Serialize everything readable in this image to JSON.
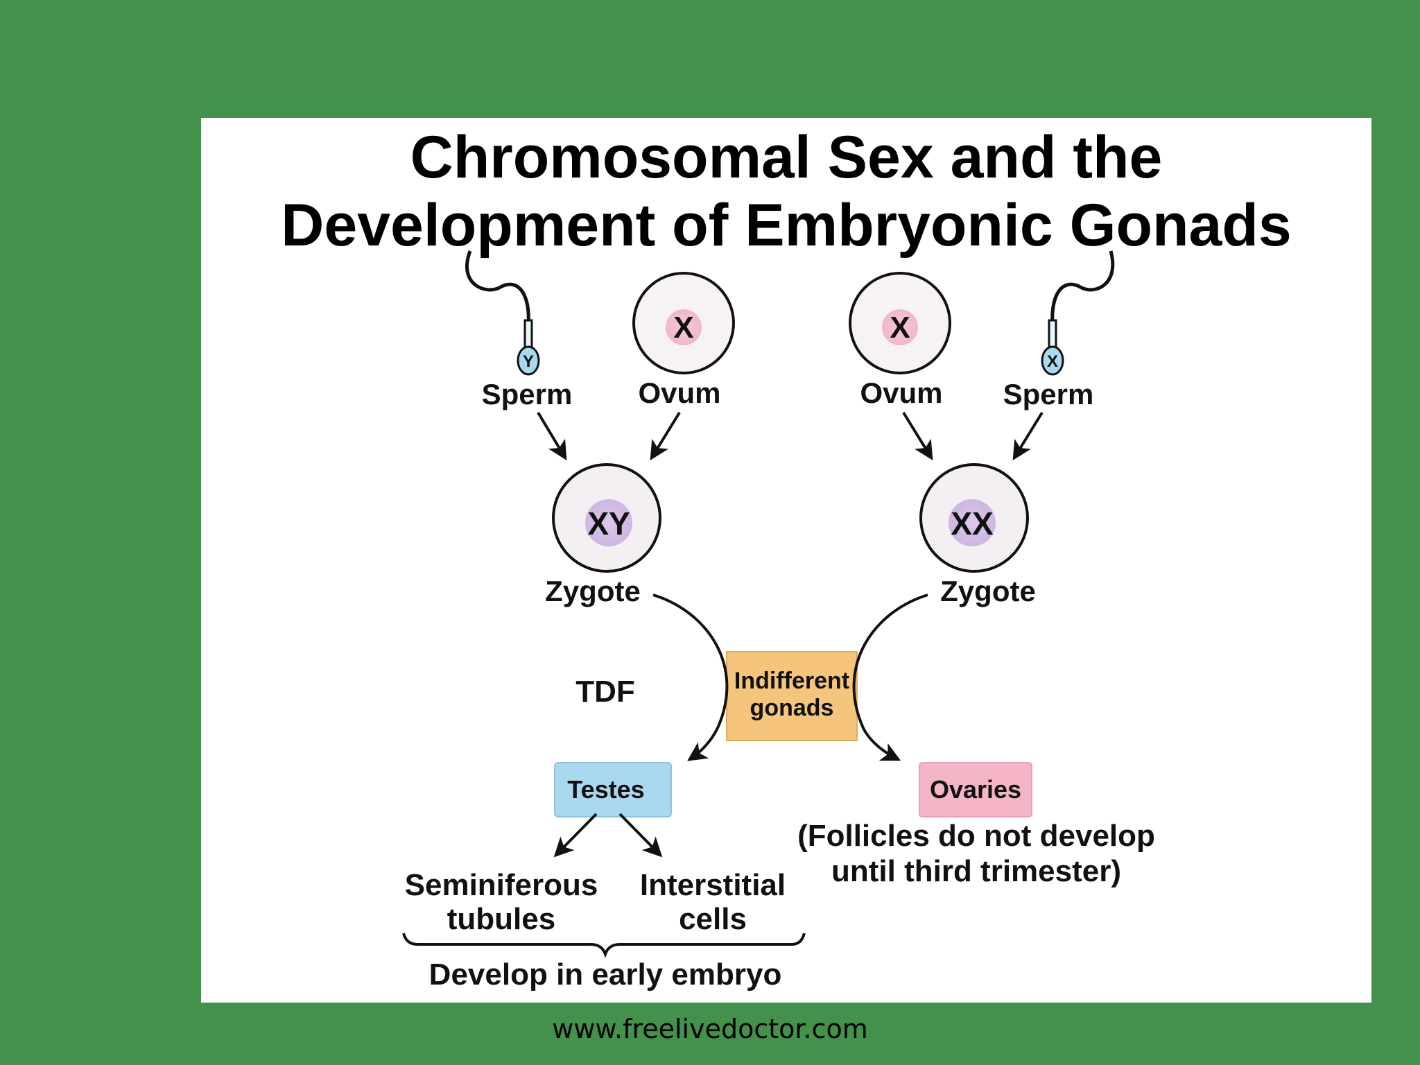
{
  "title": {
    "line1": "Chromosomal Sex and the",
    "line2": "Development of Embryonic Gonads"
  },
  "left": {
    "sperm_chromosome": "Y",
    "sperm_label": "Sperm",
    "ovum_chromosome": "X",
    "ovum_label": "Ovum",
    "zygote_chromosomes": "XY",
    "zygote_label": "Zygote",
    "factor_label": "TDF",
    "gonad_label": "Testes",
    "product1_line1": "Seminiferous",
    "product1_line2": "tubules",
    "product2_line1": "Interstitial",
    "product2_line2": "cells",
    "brace_note": "Develop in early embryo"
  },
  "right": {
    "ovum_chromosome": "X",
    "ovum_label": "Ovum",
    "sperm_chromosome": "X",
    "sperm_label": "Sperm",
    "zygote_chromosomes": "XX",
    "zygote_label": "Zygote",
    "gonad_label": "Ovaries",
    "note_line1": "(Follicles do not develop",
    "note_line2": "until third trimester)"
  },
  "center": {
    "line1": "Indifferent",
    "line2": "gonads"
  },
  "footer": "www.freelivedoctor.com",
  "colors": {
    "background": "#44914b",
    "nucleus": "#f3c3d4",
    "zygote_nucleus": "#d9c5e8",
    "testes_box": "#a9d8ef",
    "ovaries_box": "#f4b5c6",
    "indifferent_box": "#f5c57e",
    "sperm_head": "#a9d8ef"
  }
}
